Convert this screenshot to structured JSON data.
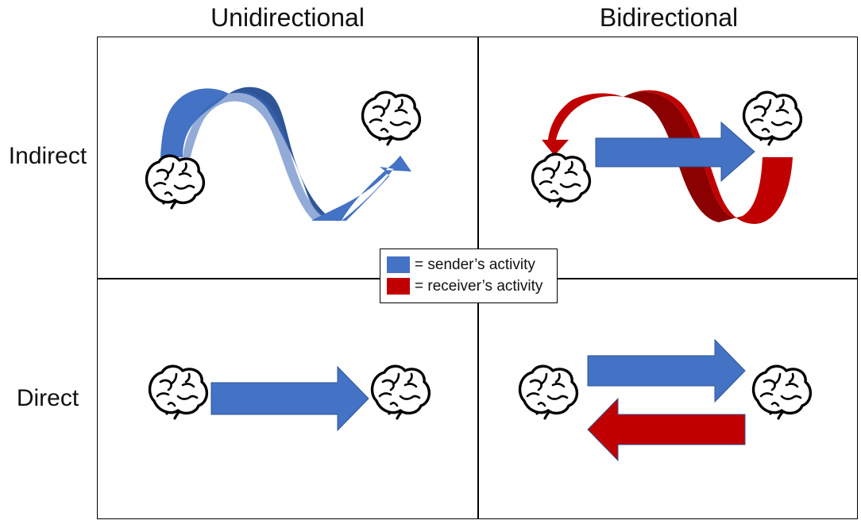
{
  "columns": {
    "unidirectional": "Unidirectional",
    "bidirectional": "Bidirectional"
  },
  "rows": {
    "indirect": "Indirect",
    "direct": "Direct"
  },
  "legend": {
    "sender": "= sender’s activity",
    "receiver": "= receiver’s activity"
  },
  "colors": {
    "sender": "#4472c4",
    "sender_dark": "#2f5597",
    "receiver": "#c00000",
    "receiver_dark": "#8b0000"
  },
  "icons": {
    "brain": "brain-icon"
  }
}
